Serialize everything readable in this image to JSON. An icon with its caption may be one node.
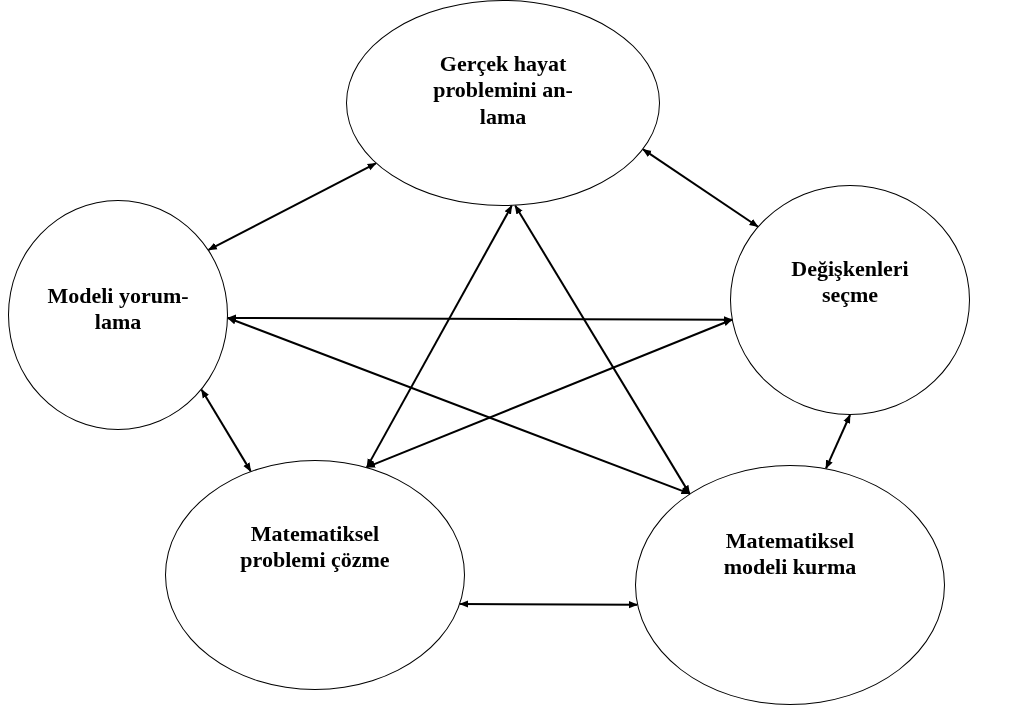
{
  "diagram": {
    "nodes": [
      {
        "text": [
          "Gerçek hayat problemini an- lama"
        ]
      },
      {
        "text": [
          "Modeli yorum- lama"
        ]
      },
      {
        "text": [
          "Değişkenleri seçme"
        ]
      },
      {
        "text": [
          "Matematiksel problemi çözme"
        ]
      },
      {
        "text": [
          "Matematiksel modeli kurma"
        ]
      }
    ],
    "edges": [
      {
        "from": 1,
        "to": 0,
        "arrow": "both"
      },
      {
        "from": 0,
        "to": 2,
        "arrow": "both"
      },
      {
        "from": 1,
        "to": 2,
        "arrow": "both"
      },
      {
        "from": 1,
        "to": 4,
        "arrow": "both"
      },
      {
        "from": 0,
        "to": 3,
        "arrow": "both"
      },
      {
        "from": 0,
        "to": 4,
        "arrow": "both"
      },
      {
        "from": 3,
        "to": 2,
        "arrow": "both"
      },
      {
        "from": 1,
        "to": 3,
        "arrow": "both"
      },
      {
        "from": 2,
        "to": 4,
        "arrow": "both"
      },
      {
        "from": 3,
        "to": 4,
        "arrow": "both"
      }
    ]
  }
}
